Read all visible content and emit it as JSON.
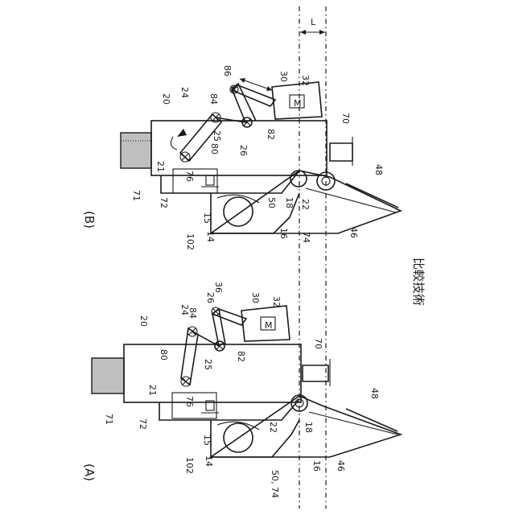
{
  "caption": "比較技術",
  "figures": {
    "A": {
      "label": "(A)",
      "parts": {
        "p20": "20",
        "p24": "24",
        "p26": "26",
        "p36": "36",
        "p30": "30",
        "p32": "32",
        "p84": "84",
        "p80": "80",
        "p25": "25",
        "p82": "82",
        "p70": "70",
        "p71": "71",
        "p72": "72",
        "p21": "21",
        "p76": "76",
        "p15": "15",
        "p102": "102",
        "p14": "14",
        "p22": "22",
        "p18": "18",
        "p5074": "50, 74",
        "p16": "16",
        "p46": "46",
        "p48": "48",
        "motor": "M"
      }
    },
    "B": {
      "label": "(B)",
      "parts": {
        "p86": "86",
        "p30": "30",
        "p32": "32",
        "p24": "24",
        "p20": "20",
        "p84": "84",
        "p25": "25",
        "p26": "26",
        "p82": "82",
        "p80": "80",
        "p70": "70",
        "p71": "71",
        "p72": "72",
        "p21": "21",
        "p76": "76",
        "p15": "15",
        "p102": "102",
        "p14": "14",
        "p50": "50",
        "p18": "18",
        "p22": "22",
        "p74": "74",
        "p16": "16",
        "p46": "46",
        "p48": "48",
        "L": "L",
        "motor": "M"
      }
    }
  }
}
